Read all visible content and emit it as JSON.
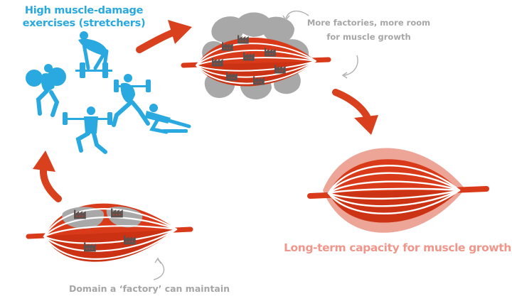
{
  "labels": {
    "exercises": "High muscle-damage exercises (stretchers)",
    "factories_note": "More factories, more room for muscle growth",
    "domain_note": "Domain a ‘factory’ can maintain",
    "capacity_note": "Long-term capacity for muscle growth"
  },
  "colors": {
    "muscle_red": "#d83a1a",
    "muscle_dark": "#bf2c0e",
    "muscle_pink": "#eda597",
    "fiber_white": "#ffffff",
    "domain_gray": "#a8a8a8",
    "factory_dark": "#5e5250",
    "exercise_blue": "#29a9e0",
    "arrow_red": "#d8401e",
    "note_gray": "#a6a6a6",
    "capacity_pink": "#f0968a"
  },
  "icons": {
    "factory": "factory-icon",
    "exercise_figures": [
      "squat-figure",
      "deadlift-figure",
      "lunge-figure",
      "shoulder-press-figure",
      "side-lunge-figure",
      "bench-press-figure"
    ],
    "cycle_arrows": [
      "arrow-up",
      "arrow-right",
      "arrow-down-right"
    ]
  }
}
